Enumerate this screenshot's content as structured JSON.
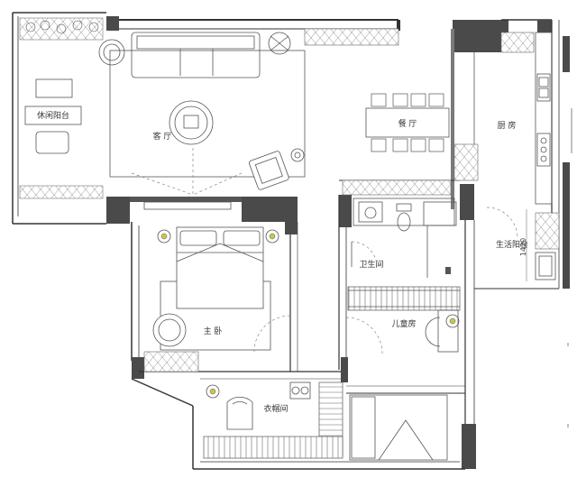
{
  "rooms": {
    "balcony_leisure": "休闲阳台",
    "living_room": "客 厅",
    "dining_room": "餐 厅",
    "kitchen": "厨 房",
    "bathroom": "卫生间",
    "service_balcony": "生活阳台",
    "master_bedroom": "主 卧",
    "kids_room": "儿童房",
    "walk_in_closet": "衣帽间"
  },
  "dimensions": {
    "service_balcony_width": "1420"
  }
}
